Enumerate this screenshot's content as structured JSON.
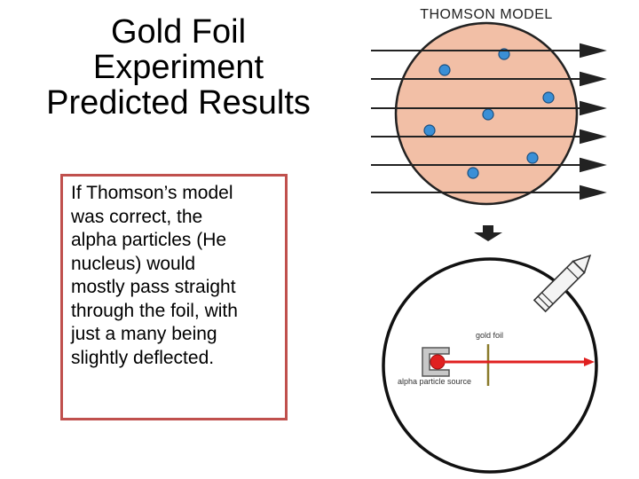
{
  "slide": {
    "title_lines": [
      "Gold Foil",
      "Experiment",
      "Predicted Results"
    ],
    "body_lines": [
      "If Thomson’s model",
      "was correct, the",
      "alpha particles (He",
      "nucleus) would",
      "mostly pass straight",
      "through the foil, with",
      "just a many being",
      "slightly deflected."
    ],
    "accent_border_color": "#c0504d"
  },
  "diagram": {
    "model_label": "THOMSON MODEL",
    "gold_foil_label": "gold foil",
    "source_label": "alpha particle source",
    "colors": {
      "atom_fill": "#f2bfa6",
      "electron_fill": "#3a8fd6",
      "alpha_beam": "#e02020",
      "foil": "#8a7a2a"
    },
    "icons": [
      "arrow-right-icon",
      "arrow-down-icon",
      "detector-icon",
      "source-icon"
    ]
  }
}
